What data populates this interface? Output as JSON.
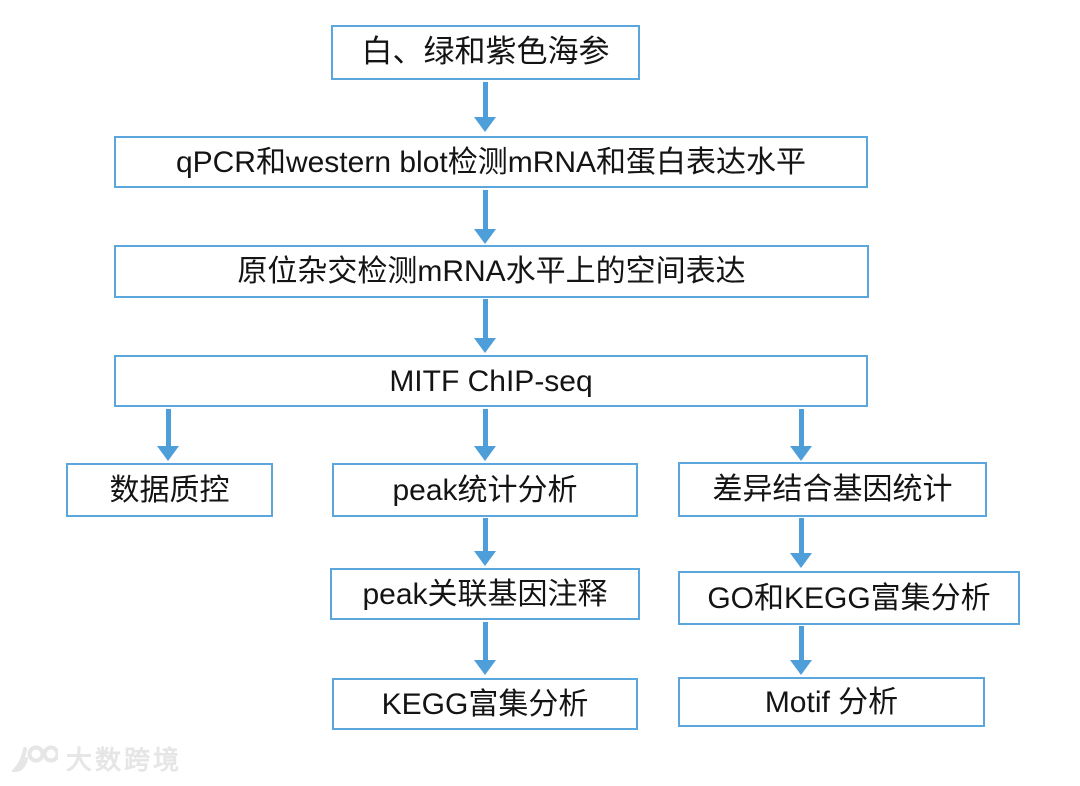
{
  "flowchart": {
    "nodes": [
      {
        "key": "sea-cucumbers",
        "label": "白、绿和紫色海参"
      },
      {
        "key": "qpcr-western",
        "label": "qPCR和western blot检测mRNA和蛋白表达水平"
      },
      {
        "key": "in-situ",
        "label": "原位杂交检测mRNA水平上的空间表达"
      },
      {
        "key": "chip-seq",
        "label": "MITF ChIP-seq"
      },
      {
        "key": "data-qc",
        "label": "数据质控"
      },
      {
        "key": "peak-stats",
        "label": "peak统计分析"
      },
      {
        "key": "diff-binding",
        "label": "差异结合基因统计"
      },
      {
        "key": "peak-gene-annotation",
        "label": "peak关联基因注释"
      },
      {
        "key": "go-kegg",
        "label": "GO和KEGG富集分析"
      },
      {
        "key": "kegg",
        "label": "KEGG富集分析"
      },
      {
        "key": "motif",
        "label": "Motif 分析"
      }
    ],
    "edges": [
      {
        "from": "sea-cucumbers",
        "to": "qpcr-western"
      },
      {
        "from": "qpcr-western",
        "to": "in-situ"
      },
      {
        "from": "in-situ",
        "to": "chip-seq"
      },
      {
        "from": "chip-seq",
        "to": "data-qc"
      },
      {
        "from": "chip-seq",
        "to": "peak-stats"
      },
      {
        "from": "chip-seq",
        "to": "diff-binding"
      },
      {
        "from": "peak-stats",
        "to": "peak-gene-annotation"
      },
      {
        "from": "diff-binding",
        "to": "go-kegg"
      },
      {
        "from": "peak-gene-annotation",
        "to": "kegg"
      },
      {
        "from": "go-kegg",
        "to": "motif"
      }
    ]
  },
  "watermark": {
    "logo": "100-logo",
    "text": "大数跨境"
  },
  "colors": {
    "accent_blue": "#4d9ed9",
    "box_border_blue": "#5ba6dc",
    "text": "#141414",
    "watermark_gray": "#e6e6e6",
    "background": "#ffffff"
  }
}
